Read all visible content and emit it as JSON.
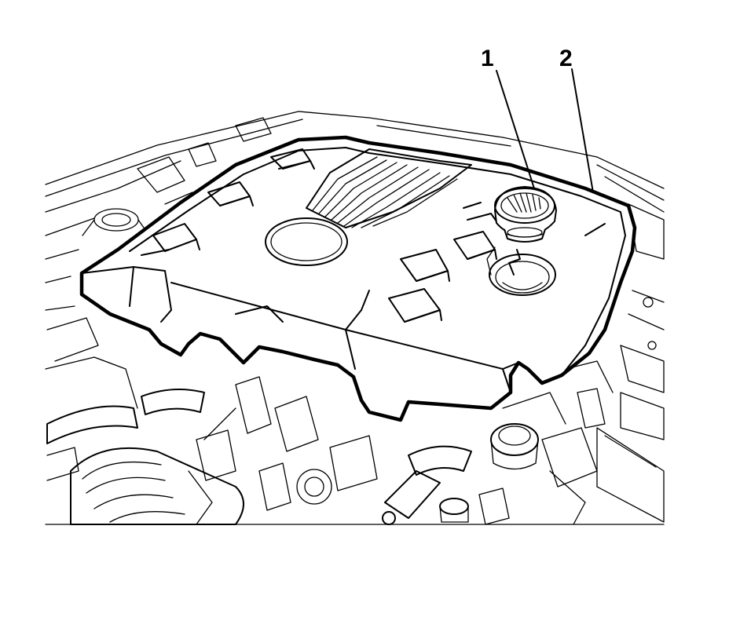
{
  "callouts": [
    {
      "label": "1"
    },
    {
      "label": "2"
    }
  ],
  "icons": {
    "engine_bay": "engine-bay-background",
    "engine_cover": "engine-cover-icon",
    "oil_filler_cap": "oil-filler-cap-icon"
  }
}
